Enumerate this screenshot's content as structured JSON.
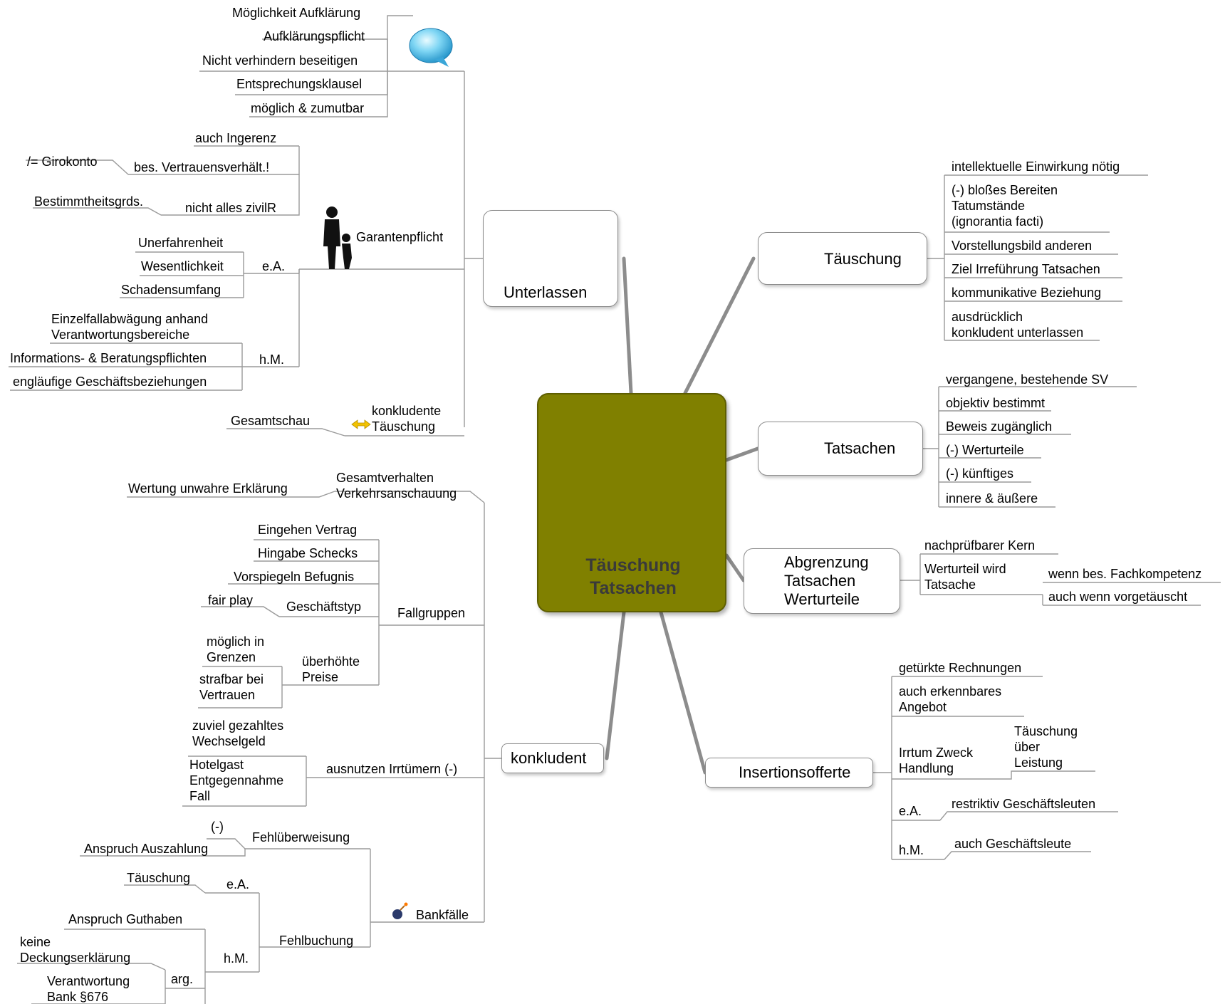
{
  "central": {
    "title": "Täuschung\nTatsachen",
    "image": "magician-with-rabbit-icon"
  },
  "branches": {
    "unterlassen": {
      "label": "Unterlassen",
      "icon": "relaxing-person-icon",
      "ermoeglichung": {
        "items": [
          "Möglichkeit Aufklärung",
          "Aufklärungspflicht",
          "Nicht verhindern beseitigen",
          "Entsprechungsklausel",
          "möglich & zumutbar"
        ],
        "icon": "speech-bubble-icon"
      },
      "garantenpflicht": {
        "label": "Garantenpflicht",
        "icon": "parent-child-silhouette-icon",
        "ingerenz": "auch Ingerenz",
        "vertrauen": "bes. Vertrauensverhält.!",
        "giro": "/= Girokonto",
        "zivil": "nicht alles zivilR",
        "bestimmtheit": "Bestimmtheitsgrds.",
        "ea": {
          "label": "e.A.",
          "items": [
            "Unerfahrenheit",
            "Wesentlichkeit",
            "Schadensumfang"
          ]
        },
        "hm": {
          "label": "h.M.",
          "items": [
            "Einzelfallabwägung anhand\nVerantwortungsbereiche",
            "Informations- & Beratungspflichten",
            "engläufige Geschäftsbeziehungen"
          ]
        }
      },
      "konkludente": {
        "label": "konkludente\nTäuschung",
        "icon": "double-arrow-icon",
        "gesamtschau": "Gesamtschau"
      }
    },
    "konkludent": {
      "label": "konkludent",
      "gesamt": {
        "label": "Gesamtverhalten\nVerkehrsanschauung",
        "child": "Wertung unwahre Erklärung"
      },
      "fallgruppen": {
        "label": "Fallgruppen",
        "items": [
          "Eingehen Vertrag",
          "Hingabe Schecks",
          "Vorspiegeln Befugnis"
        ],
        "geschaeftstyp": {
          "label": "Geschäftstyp",
          "child": "fair play"
        },
        "preise": {
          "label": "überhöhte\nPreise",
          "children": [
            "möglich in\nGrenzen",
            "strafbar bei\nVertrauen"
          ]
        }
      },
      "irrtuemer": {
        "label": "ausnutzen Irrtümern (-)",
        "children": [
          "zuviel gezahltes\nWechselgeld",
          "Hotelgast\nEntgegennahme\nFall"
        ]
      },
      "bank": {
        "label": "Bankfälle",
        "icon": "bomb-icon",
        "fehlueberweisung": {
          "label": "Fehlüberweisung",
          "children": [
            "(-)",
            "Anspruch Auszahlung"
          ]
        },
        "fehlbuchung": {
          "label": "Fehlbuchung",
          "ea": {
            "label": "e.A.",
            "child": "Täuschung"
          },
          "hm": {
            "label": "h.M.",
            "child": "Anspruch Guthaben",
            "arg": {
              "label": "arg.",
              "children": [
                "keine\nDeckungserklärung",
                "Verantwortung\nBank §676"
              ]
            }
          }
        }
      }
    },
    "taeuschung": {
      "label": "Täuschung",
      "icon": "speech-bubble-icon",
      "items": [
        "intellektuelle Einwirkung nötig",
        "(-) bloßes Bereiten\nTatumstände\n(ignorantia facti)",
        "Vorstellungsbild anderen",
        "Ziel Irreführung Tatsachen",
        "kommunikative Beziehung",
        "ausdrücklich\nkonkludent unterlassen"
      ]
    },
    "tatsachen": {
      "label": "Tatsachen",
      "icon": "speech-bubble-icon",
      "items": [
        "vergangene, bestehende SV",
        "objektiv bestimmt",
        "Beweis zugänglich",
        "(-) Werturteile",
        "(-) künftiges",
        "innere & äußere"
      ]
    },
    "abgrenzung": {
      "label": "Abgrenzung\nTatsachen\nWerturteile",
      "icon": "double-arrow-icon",
      "kern": "nachprüfbarer Kern",
      "werturteil": {
        "label": "Werturteil wird\nTatsache",
        "children": [
          "wenn bes. Fachkompetenz",
          "auch wenn vorgetäuscht"
        ]
      }
    },
    "insertion": {
      "label": "Insertionsofferte",
      "icon": "bomb-icon",
      "items": [
        "getürkte Rechnungen",
        "auch erkennbares\nAngebot"
      ],
      "irrtum": {
        "label": "Irrtum Zweck\nHandlung",
        "child": "Täuschung\nüber\nLeistung"
      },
      "ea": {
        "label": "e.A.",
        "child": "restriktiv Geschäftsleuten"
      },
      "hm": {
        "label": "h.M.",
        "child": "auch Geschäftsleute"
      }
    }
  }
}
